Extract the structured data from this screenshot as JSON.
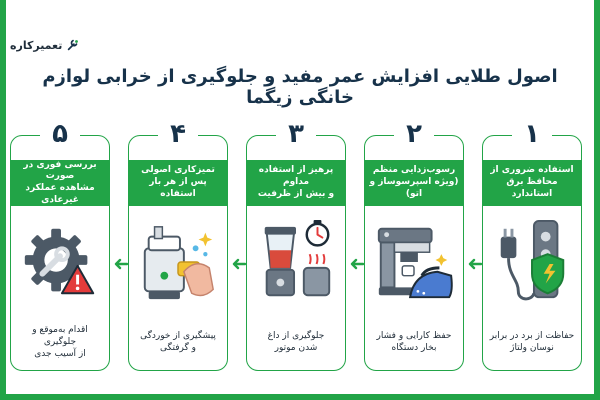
{
  "brand": {
    "name": "تعمیرکاره"
  },
  "title": "اصول طلایی افزایش عمر مفید و جلوگیری از خرابی لوازم خانگی زیگما",
  "colors": {
    "accent": "#22a447",
    "navy": "#17324a",
    "red": "#e33b3b"
  },
  "steps": [
    {
      "number": "۱",
      "heading": "استفاده ضروری از\nمحافظ برق استاندارد",
      "description": "حفاظت از برد در برابر\nنوسان ولتاژ",
      "icon": "power-strip-plug-icon"
    },
    {
      "number": "۲",
      "heading": "رسوب‌زدایی منظم\n(ویژه اسپرسوساز و اتو)",
      "description": "حفظ کارایی و فشار\nبخار دستگاه",
      "icon": "espresso-iron-icon"
    },
    {
      "number": "۳",
      "heading": "پرهیز از استفاده مداوم\nو بیش از ظرفیت",
      "description": "جلوگیری از داغ\nشدن موتور",
      "icon": "blender-timer-icon"
    },
    {
      "number": "۴",
      "heading": "تمیزکاری اصولی\nپس از هر بار استفاده",
      "description": "پیشگیری از خوردگی\nو گرفتگی",
      "icon": "cleaning-hand-icon"
    },
    {
      "number": "۵",
      "heading": "بررسی فوری در صورت\nمشاهده عملکرد غیرعادی",
      "description": "اقدام به‌موقع و جلوگیری\nاز آسیب جدی",
      "icon": "gear-warning-icon"
    }
  ]
}
